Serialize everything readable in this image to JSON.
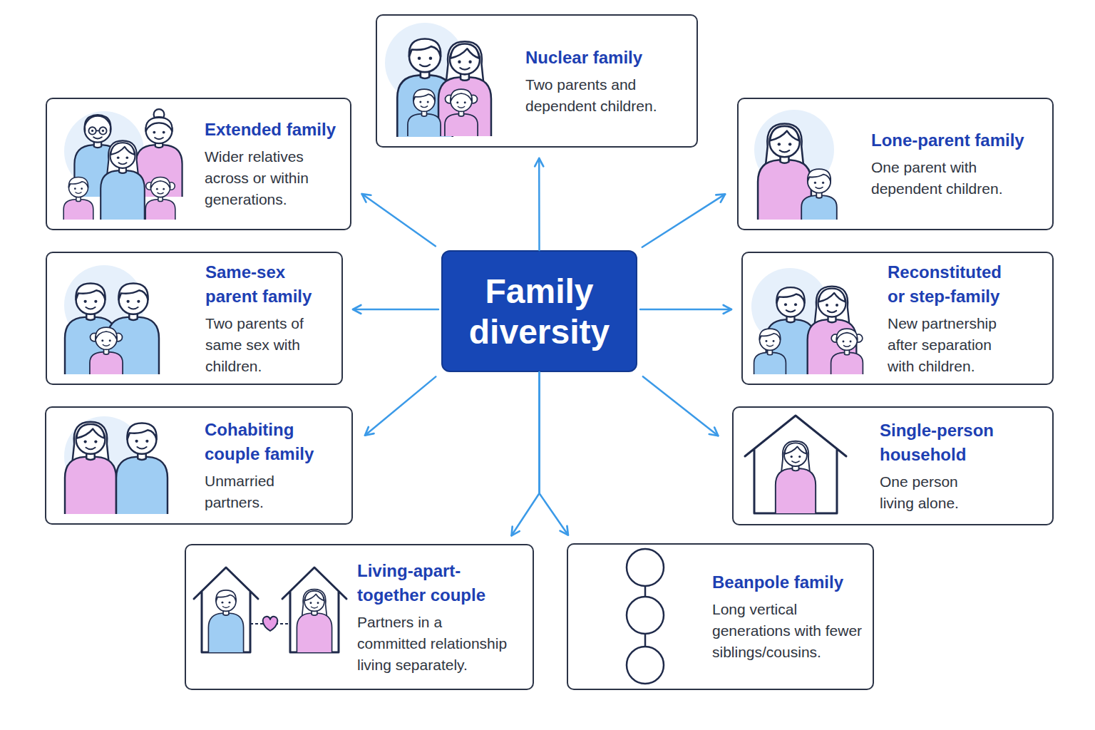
{
  "diagram": {
    "nodes": [
      {
        "text": [
          "Nuclear family",
          "Two parents and dependent children."
        ]
      },
      {
        "text": [
          "Extended family",
          "Wider relatives across or within generations."
        ]
      },
      {
        "text": [
          "Lone-parent family",
          "One parent with dependent children."
        ]
      },
      {
        "text": [
          "Same-sex parent family",
          "Two parents of same sex with children."
        ]
      },
      {
        "text": [
          "Family diversity"
        ]
      },
      {
        "text": [
          "Reconstituted or step-family",
          "New partnership after separation with children."
        ]
      },
      {
        "text": [
          "Cohabiting couple family",
          "Unmarried partners."
        ]
      },
      {
        "text": [
          "Single-person household",
          "One person living alone."
        ]
      },
      {
        "text": [
          "Living-apart-together couple",
          "Partners in a committed relationship living separately."
        ]
      },
      {
        "text": [
          "Beanpole family",
          "Long vertical generations with fewer siblings/cousins."
        ]
      }
    ],
    "edges": [
      {
        "from": 4,
        "to": 0,
        "arrow": "to"
      },
      {
        "from": 4,
        "to": 1,
        "arrow": "to"
      },
      {
        "from": 4,
        "to": 2,
        "arrow": "to"
      },
      {
        "from": 4,
        "to": 3,
        "arrow": "to"
      },
      {
        "from": 4,
        "to": 5,
        "arrow": "to"
      },
      {
        "from": 4,
        "to": 6,
        "arrow": "to"
      },
      {
        "from": 4,
        "to": 7,
        "arrow": "to"
      },
      {
        "from": 4,
        "to": 8,
        "arrow": "to"
      },
      {
        "from": 4,
        "to": 9,
        "arrow": "to"
      }
    ]
  }
}
